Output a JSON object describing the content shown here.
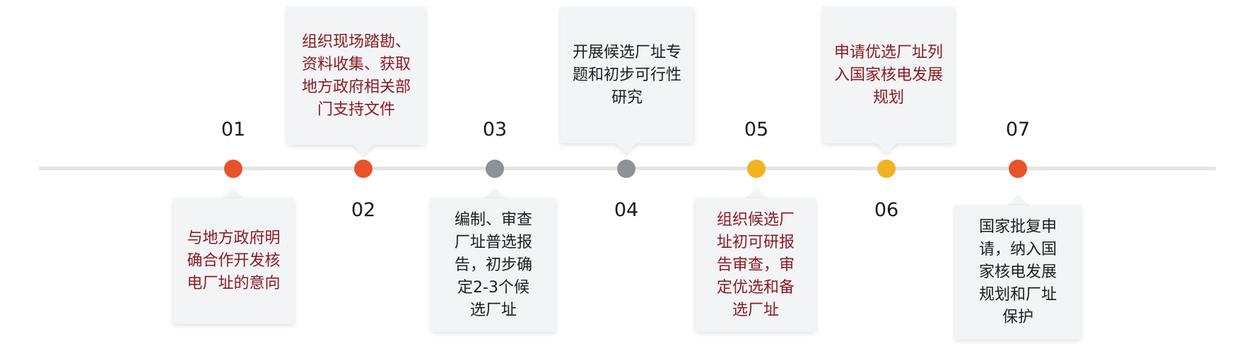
{
  "colors": {
    "line": "#e2e4e6",
    "orange_red": "#e8542a",
    "gray": "#8e9196",
    "yellow": "#f2b320",
    "box_bg": "#f2f4f6",
    "red_text": "#8a1c22",
    "dark_text": "#1e1e1e"
  },
  "steps": [
    {
      "num": "01",
      "text": "与地方政府明\n确合作开发核\n电厂址的意向"
    },
    {
      "num": "02",
      "text": "组织现场踏勘、\n资料收集、获取\n地方政府相关部\n门支持文件"
    },
    {
      "num": "03",
      "text": "编制、审查\n厂址普选报\n告，初步确\n定2-3个候\n选厂址"
    },
    {
      "num": "04",
      "text": "开展候选厂址专\n题和初步可行性\n研究"
    },
    {
      "num": "05",
      "text": "组织候选厂\n址初可研报\n告审查，审\n定优选和备\n选厂址"
    },
    {
      "num": "06",
      "text": "申请优选厂址列\n入国家核电发展\n规划"
    },
    {
      "num": "07",
      "text": "国家批复申\n请，纳入国\n家核电发展\n规划和厂址\n保护"
    }
  ]
}
